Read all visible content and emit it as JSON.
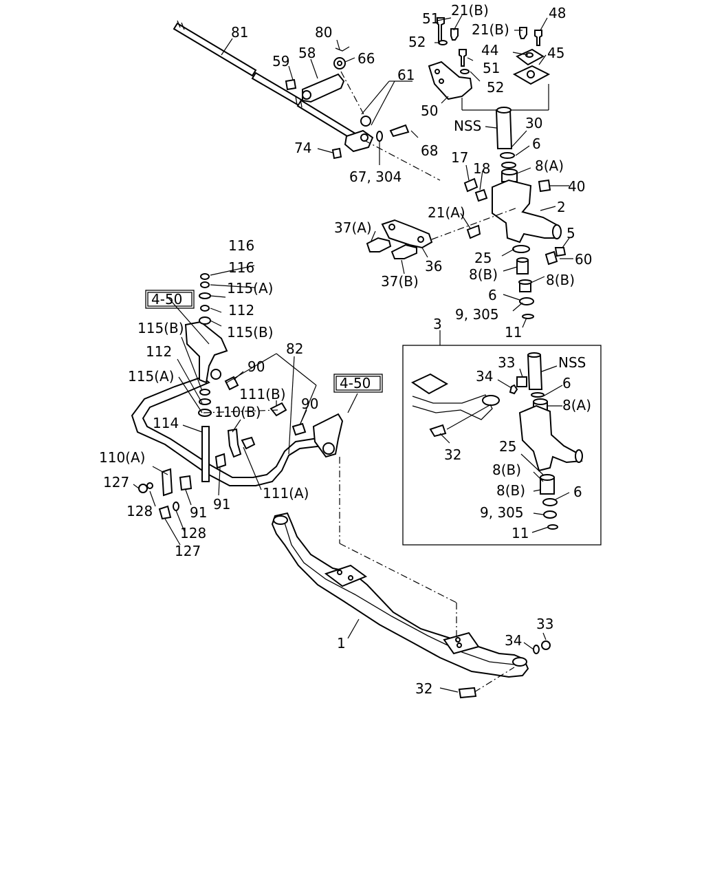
{
  "labels": {
    "l81": "81",
    "l80": "80",
    "l58": "58",
    "l59": "59",
    "l66": "66",
    "l61": "61",
    "l74": "74",
    "l67_304": "67, 304",
    "l68": "68",
    "l51a": "51",
    "l21b_a": "21(B)",
    "l48": "48",
    "l52a": "52",
    "l21b_b": "21(B)",
    "l44": "44",
    "l45": "45",
    "l51b": "51",
    "l52b": "52",
    "l50": "50",
    "lnss1": "NSS",
    "l30": "30",
    "l6a": "6",
    "l17": "17",
    "l18": "18",
    "l8a_1": "8(A)",
    "l40": "40",
    "l2": "2",
    "l21a": "21(A)",
    "l37a": "37(A)",
    "l5": "5",
    "l36": "36",
    "l60": "60",
    "l25a": "25",
    "l8b_1": "8(B)",
    "l8b_2": "8(B)",
    "l37b": "37(B)",
    "l6b": "6",
    "l9_305a": "9, 305",
    "l11a": "11",
    "l116a": "116",
    "l116b": "116",
    "l115a_1": "115(A)",
    "l112a": "112",
    "l115b_1": "115(B)",
    "l115b_2": "115(B)",
    "l112b": "112",
    "l115a_2": "115(A)",
    "l82": "82",
    "l90a": "90",
    "l111b": "111(B)",
    "l90b": "90",
    "l110b": "110(B)",
    "l114": "114",
    "l110a": "110(A)",
    "l127a": "127",
    "l128a": "128",
    "l91a": "91",
    "l91b": "91",
    "l111a": "111(A)",
    "l128b": "128",
    "l127b": "127",
    "l3": "3",
    "l33a": "33",
    "lnss2": "NSS",
    "l34a": "34",
    "l6c": "6",
    "l8a_2": "8(A)",
    "l32a": "32",
    "l25b": "25",
    "l8b_3": "8(B)",
    "l8b_4": "8(B)",
    "l6d": "6",
    "l9_305b": "9, 305",
    "l11b": "11",
    "l1": "1",
    "l33b": "33",
    "l34b": "34",
    "l32b": "32"
  },
  "refs": {
    "ref1": "4-50",
    "ref2": "4-50"
  }
}
